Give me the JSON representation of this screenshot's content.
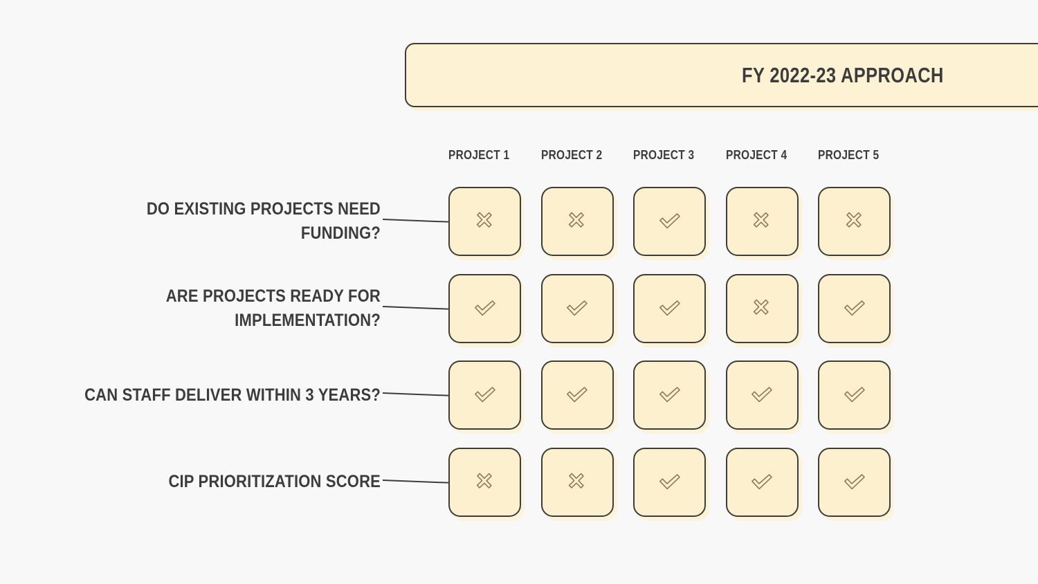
{
  "banner": {
    "title": "FY 2022-23 APPROACH"
  },
  "colors": {
    "background": "#f8f8f8",
    "banner_fill": "#fdf3d4",
    "cell_fill": "#fdf0cf",
    "outline": "#3c3c3c",
    "icon": "#8a7a55",
    "text": "#3c3c3c"
  },
  "columns": [
    {
      "label": "PROJECT 1"
    },
    {
      "label": "PROJECT 2"
    },
    {
      "label": "PROJECT 3"
    },
    {
      "label": "PROJECT 4"
    },
    {
      "label": "PROJECT 5"
    }
  ],
  "rows": [
    {
      "label": "DO EXISTING PROJECTS NEED FUNDING?",
      "cells": [
        "cross-icon",
        "cross-icon",
        "check-icon",
        "cross-icon",
        "cross-icon"
      ]
    },
    {
      "label": "ARE PROJECTS READY FOR IMPLEMENTATION?",
      "cells": [
        "check-icon",
        "check-icon",
        "check-icon",
        "cross-icon",
        "check-icon"
      ]
    },
    {
      "label": "CAN STAFF DELIVER WITHIN 3 YEARS?",
      "cells": [
        "check-icon",
        "check-icon",
        "check-icon",
        "check-icon",
        "check-icon"
      ]
    },
    {
      "label": "CIP PRIORITIZATION SCORE",
      "cells": [
        "cross-icon",
        "cross-icon",
        "check-icon",
        "check-icon",
        "check-icon"
      ]
    }
  ]
}
